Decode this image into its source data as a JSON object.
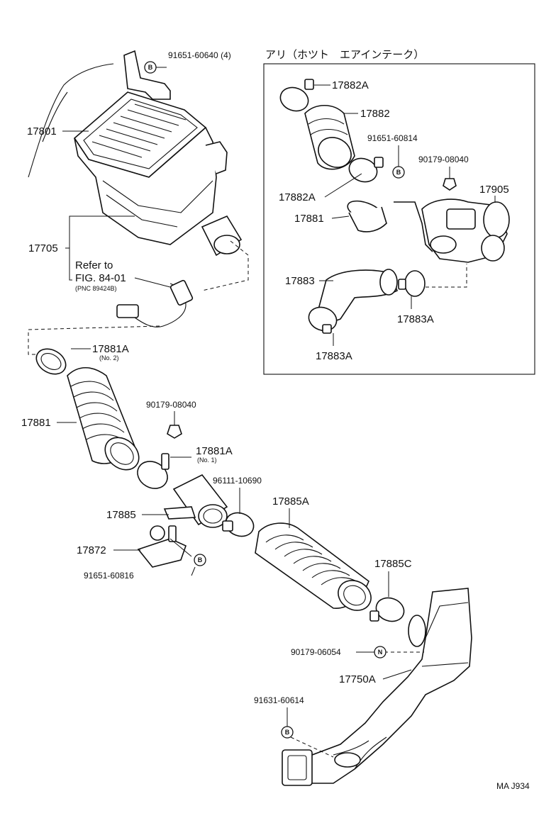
{
  "parts": {
    "p_91651_60640": "91651-60640 (4)",
    "p_17801": "17801",
    "p_17705": "17705",
    "refer_line1": "Refer to",
    "refer_line2": "FIG. 84-01",
    "refer_line3": "(PNC 89424B)",
    "p_17881A_no2": "17881A",
    "no2": "(No. 2)",
    "p_17881_main": "17881",
    "p_90179_08040_main": "90179-08040",
    "p_17881A_no1": "17881A",
    "no1": "(No. 1)",
    "p_96111_10690": "96111-10690",
    "p_17885": "17885",
    "p_17885A": "17885A",
    "p_17872": "17872",
    "p_91651_60816": "91651-60816",
    "p_17885C": "17885C",
    "p_90179_06054": "90179-06054",
    "p_17750A": "17750A",
    "p_91631_60614": "91631-60614",
    "inset_title": "アリ（ホツト　エアインテーク）",
    "inset_17882A_top": "17882A",
    "inset_17882": "17882",
    "inset_91651_60814": "91651-60814",
    "inset_90179_08040": "90179-08040",
    "inset_17905": "17905",
    "inset_17882A_bottom": "17882A",
    "inset_17881": "17881",
    "inset_17883": "17883",
    "inset_17883A_right": "17883A",
    "inset_17883A_bottom": "17883A",
    "code": "MA J934"
  },
  "badges": {
    "b": "B",
    "n": "N"
  }
}
